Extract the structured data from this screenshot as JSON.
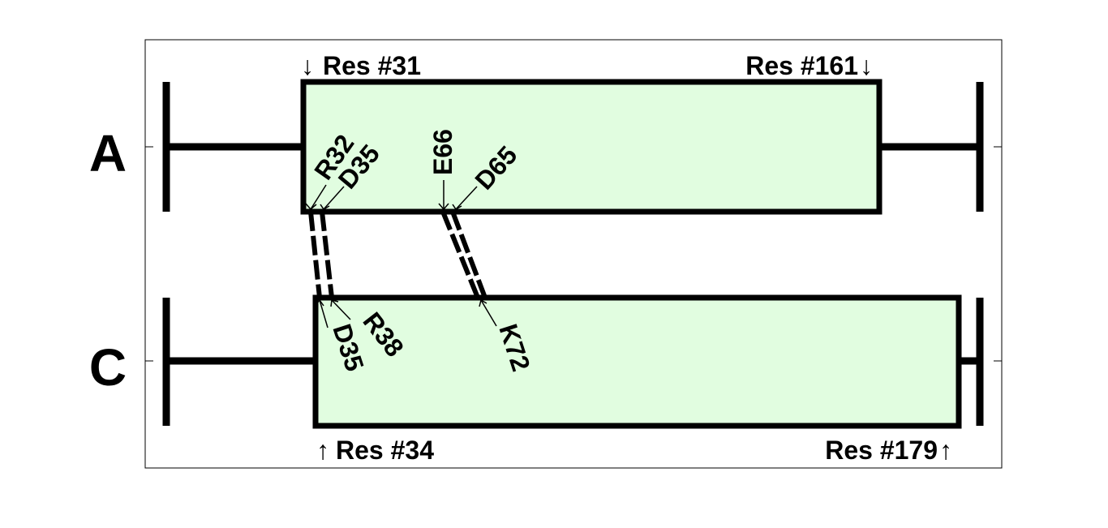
{
  "chains": [
    {
      "label": "A",
      "box_fill": "#e1fde0"
    },
    {
      "label": "C",
      "box_fill": "#e1fde0"
    }
  ],
  "range_labels": {
    "a_start": "Res #31",
    "a_end": "Res #161",
    "c_start": "Res #34",
    "c_end": "Res #179"
  },
  "arrows": {
    "down": "↓",
    "up": "↑"
  },
  "sites_a": [
    "R32",
    "D35",
    "E66",
    "D65"
  ],
  "sites_c": [
    "D35",
    "R38",
    "K72"
  ],
  "contacts": [
    {
      "from": "R32",
      "to": "D35"
    },
    {
      "from": "D35",
      "to": "R38"
    },
    {
      "from": "E66",
      "to": "K72"
    },
    {
      "from": "D65",
      "to": "K72"
    }
  ],
  "colors": {
    "line": "#000000",
    "box": "#e1fde0",
    "frame": "#000000"
  }
}
